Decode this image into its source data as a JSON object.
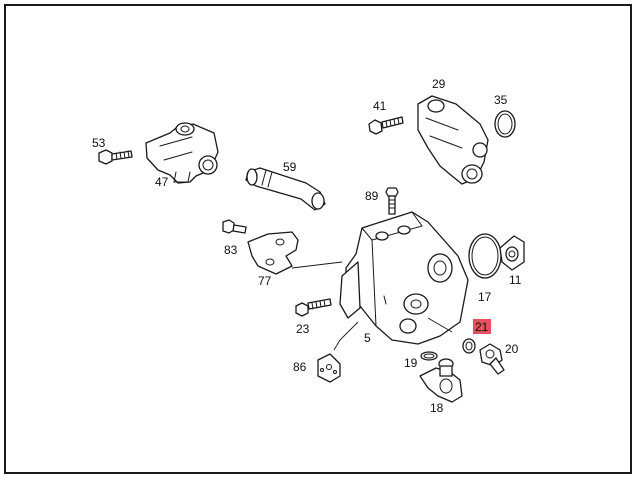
{
  "diagram": {
    "highlight_color": "#e8505b",
    "highlighted_part": "21",
    "parts": [
      {
        "id": "p53",
        "label": "53"
      },
      {
        "id": "p47",
        "label": "47"
      },
      {
        "id": "p59",
        "label": "59"
      },
      {
        "id": "p41",
        "label": "41"
      },
      {
        "id": "p29",
        "label": "29"
      },
      {
        "id": "p35",
        "label": "35"
      },
      {
        "id": "p89",
        "label": "89"
      },
      {
        "id": "p83",
        "label": "83"
      },
      {
        "id": "p77",
        "label": "77"
      },
      {
        "id": "p17",
        "label": "17"
      },
      {
        "id": "p11",
        "label": "11"
      },
      {
        "id": "p23",
        "label": "23"
      },
      {
        "id": "p5",
        "label": "5"
      },
      {
        "id": "p21",
        "label": "21"
      },
      {
        "id": "p20",
        "label": "20"
      },
      {
        "id": "p86",
        "label": "86"
      },
      {
        "id": "p19",
        "label": "19"
      },
      {
        "id": "p18",
        "label": "18"
      }
    ]
  }
}
